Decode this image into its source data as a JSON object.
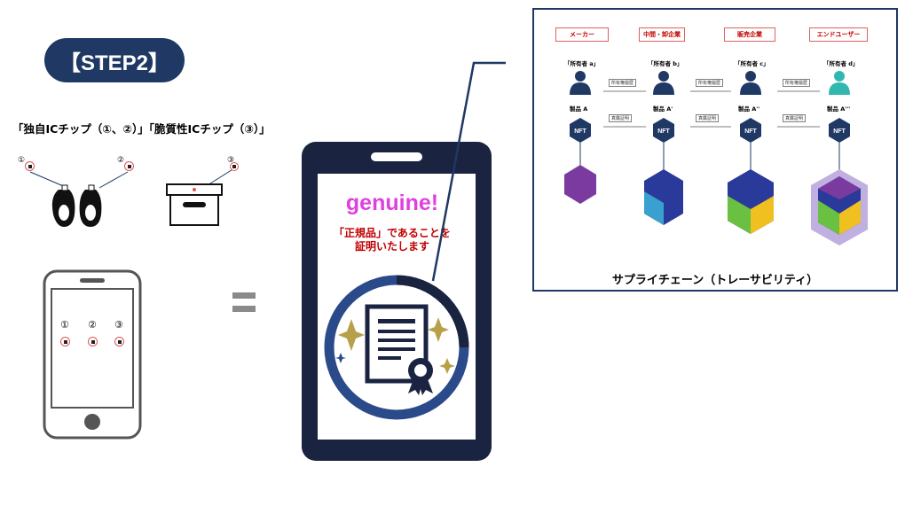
{
  "step_label": "【STEP2】",
  "chips_caption": "「独自ICチップ（①、②）」「脆質性ICチップ（③）」",
  "chip_numbers": [
    "①",
    "②",
    "③"
  ],
  "phone_chip_numbers": [
    "①",
    "②",
    "③"
  ],
  "genuine": {
    "headline": "genuine!",
    "message_line1": "「正規品」であることを",
    "message_line2": "証明いたします"
  },
  "supply_chain": {
    "caption": "サプライチェーン（トレーサビリティ）",
    "roles": [
      "メーカー",
      "中間・卸企業",
      "販売企業",
      "エンドユーザー"
    ],
    "owners": [
      "「所有者 a」",
      "「所有者 b」",
      "「所有者 c」",
      "「所有者 d」"
    ],
    "products": [
      "製品 A",
      "製品 A'",
      "製品 A''",
      "製品 A'''"
    ],
    "transfer_label": "所有権履歴",
    "proof_label": "真贋証明",
    "nft_label": "NFT"
  },
  "colors": {
    "navy": "#1f3864",
    "magenta": "#e040e0",
    "red": "#c00000",
    "gold": "#b8a04a"
  }
}
